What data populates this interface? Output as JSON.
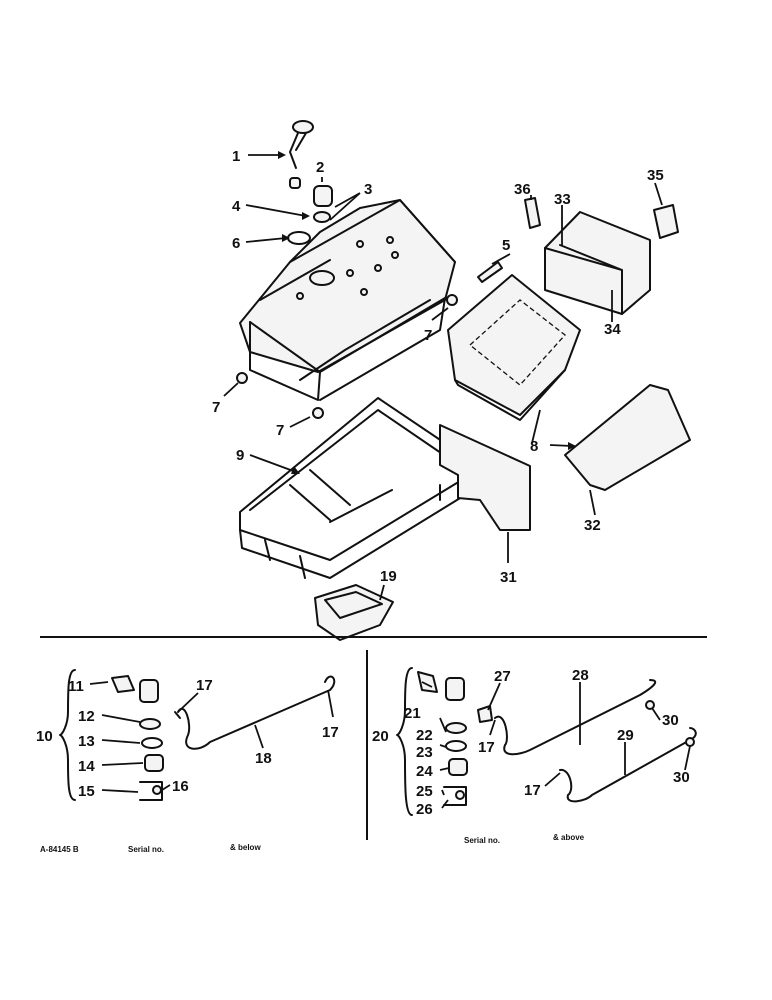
{
  "diagram": {
    "callouts": [
      {
        "id": "c1",
        "label": "1"
      },
      {
        "id": "c2",
        "label": "2"
      },
      {
        "id": "c3",
        "label": "3"
      },
      {
        "id": "c4",
        "label": "4"
      },
      {
        "id": "c5",
        "label": "5"
      },
      {
        "id": "c6",
        "label": "6"
      },
      {
        "id": "c7a",
        "label": "7"
      },
      {
        "id": "c7b",
        "label": "7"
      },
      {
        "id": "c7c",
        "label": "7"
      },
      {
        "id": "c8",
        "label": "8"
      },
      {
        "id": "c9",
        "label": "9"
      },
      {
        "id": "c10",
        "label": "10"
      },
      {
        "id": "c11",
        "label": "11"
      },
      {
        "id": "c12",
        "label": "12"
      },
      {
        "id": "c13",
        "label": "13"
      },
      {
        "id": "c14",
        "label": "14"
      },
      {
        "id": "c15",
        "label": "15"
      },
      {
        "id": "c16",
        "label": "16"
      },
      {
        "id": "c17a",
        "label": "17"
      },
      {
        "id": "c17b",
        "label": "17"
      },
      {
        "id": "c17c",
        "label": "17"
      },
      {
        "id": "c17d",
        "label": "17"
      },
      {
        "id": "c18",
        "label": "18"
      },
      {
        "id": "c19",
        "label": "19"
      },
      {
        "id": "c20",
        "label": "20"
      },
      {
        "id": "c21",
        "label": "21"
      },
      {
        "id": "c22",
        "label": "22"
      },
      {
        "id": "c23",
        "label": "23"
      },
      {
        "id": "c24",
        "label": "24"
      },
      {
        "id": "c25",
        "label": "25"
      },
      {
        "id": "c26",
        "label": "26"
      },
      {
        "id": "c27",
        "label": "27"
      },
      {
        "id": "c28",
        "label": "28"
      },
      {
        "id": "c29",
        "label": "29"
      },
      {
        "id": "c30a",
        "label": "30"
      },
      {
        "id": "c30b",
        "label": "30"
      },
      {
        "id": "c31",
        "label": "31"
      },
      {
        "id": "c32",
        "label": "32"
      },
      {
        "id": "c33",
        "label": "33"
      },
      {
        "id": "c34",
        "label": "34"
      },
      {
        "id": "c35",
        "label": "35"
      },
      {
        "id": "c36",
        "label": "36"
      }
    ],
    "captions": {
      "drawing_number": "A-84145 B",
      "left_serial": "Serial no.",
      "left_range": "& below",
      "right_serial": "Serial no.",
      "right_range": "& above"
    }
  }
}
